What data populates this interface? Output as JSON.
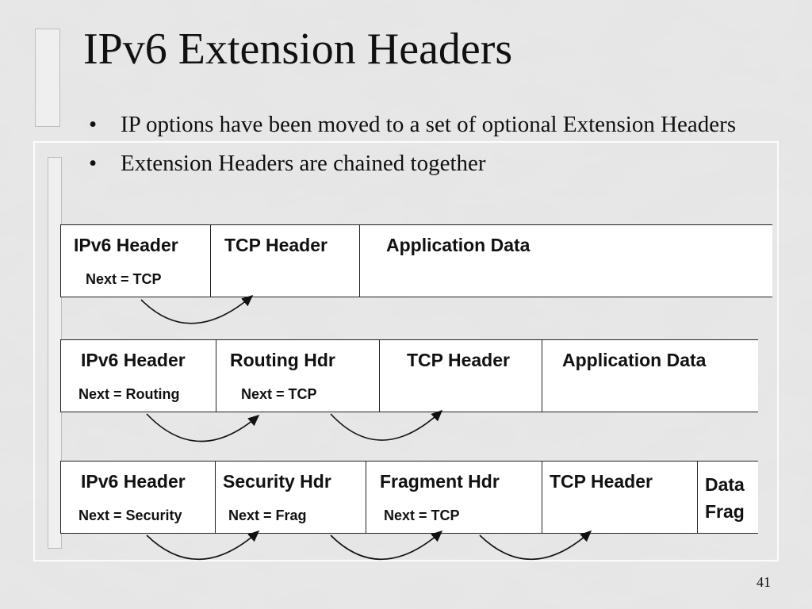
{
  "slide": {
    "title": "IPv6 Extension Headers",
    "bullets": [
      "IP options have been moved to a set of optional Extension Headers",
      "Extension Headers are chained together"
    ],
    "bullet_symbol": "•",
    "page_number": "41"
  },
  "diagrams": [
    {
      "cells": [
        {
          "header": "IPv6 Header",
          "next": "Next  = TCP"
        },
        {
          "header": "TCP Header",
          "next": ""
        },
        {
          "header": "Application  Data",
          "next": ""
        }
      ]
    },
    {
      "cells": [
        {
          "header": "IPv6 Header",
          "next": "Next  = Routing"
        },
        {
          "header": "Routing Hdr",
          "next": "Next  = TCP"
        },
        {
          "header": "TCP Header",
          "next": ""
        },
        {
          "header": "Application  Data",
          "next": ""
        }
      ]
    },
    {
      "cells": [
        {
          "header": "IPv6 Header",
          "next": "Next  = Security"
        },
        {
          "header": "Security Hdr",
          "next": "Next  = Frag"
        },
        {
          "header": "Fragment Hdr",
          "next": "Next  = TCP"
        },
        {
          "header": "TCP Header",
          "next": ""
        },
        {
          "header": "Data Frag",
          "next": ""
        }
      ]
    }
  ],
  "colors": {
    "text": "#111111",
    "box_fill": "#ffffff",
    "background": "#d4d4d4"
  }
}
